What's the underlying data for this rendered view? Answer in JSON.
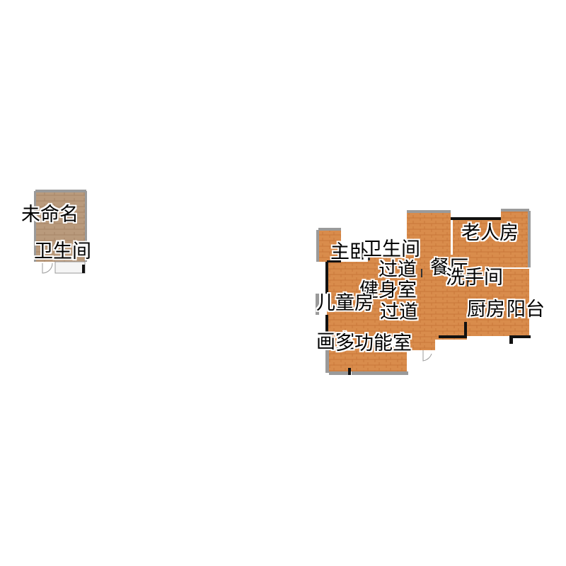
{
  "colors": {
    "floor_wood": "#d98c4c",
    "floor_wood_dark": "#c9773a",
    "floor_tile": "#b99a7c",
    "wall": "#111111",
    "window": "#9a9a9a",
    "background": "#ffffff"
  },
  "rooms": {
    "unnamed": "未命名",
    "bathroom_small": "卫生间",
    "master_bedroom": "主卧",
    "bathroom": "卫生间",
    "elder_room": "老人房",
    "corridor_1": "过道",
    "dining": "餐厅",
    "washroom": "洗手间",
    "gym": "健身室",
    "kids_room": "儿童房",
    "corridor_2": "过道",
    "kitchen": "厨房",
    "balcony": "阳台",
    "studio": "画室",
    "multi_room": "多功能室"
  }
}
